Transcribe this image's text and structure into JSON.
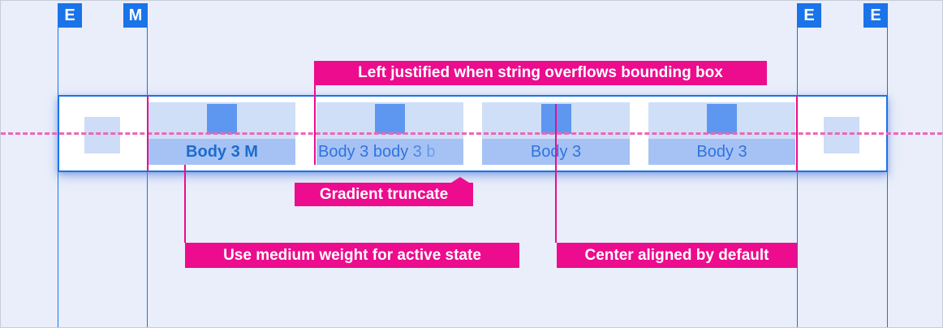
{
  "markers": [
    {
      "label": "E"
    },
    {
      "label": "M"
    },
    {
      "label": "E"
    },
    {
      "label": "E"
    }
  ],
  "tab_bar": {
    "tabs": [
      {
        "label": "Body 3 M",
        "state": "active"
      },
      {
        "label": "Body 3 body 3 b",
        "state": "overflow-gradient-truncated"
      },
      {
        "label": "Body 3",
        "state": "default"
      },
      {
        "label": "Body 3",
        "state": "default"
      }
    ]
  },
  "annotations": {
    "left_justified": "Left justified when string overflows bounding box",
    "gradient_truncate": "Gradient truncate",
    "medium_weight": "Use medium weight for active state",
    "center_aligned": "Center aligned by default"
  },
  "colors": {
    "accent_blue": "#1a73e8",
    "annotation_pink": "#ec0c8d",
    "dashed_centerline_pink": "#ef66b5",
    "tab_hit_area": "#cfdff7",
    "tab_label_area": "#a6c2f4",
    "tab_icon_area": "#5e97f0",
    "active_label_text": "#1b6cce",
    "default_label_text": "#2f74e0",
    "background": "#e9eefa"
  }
}
